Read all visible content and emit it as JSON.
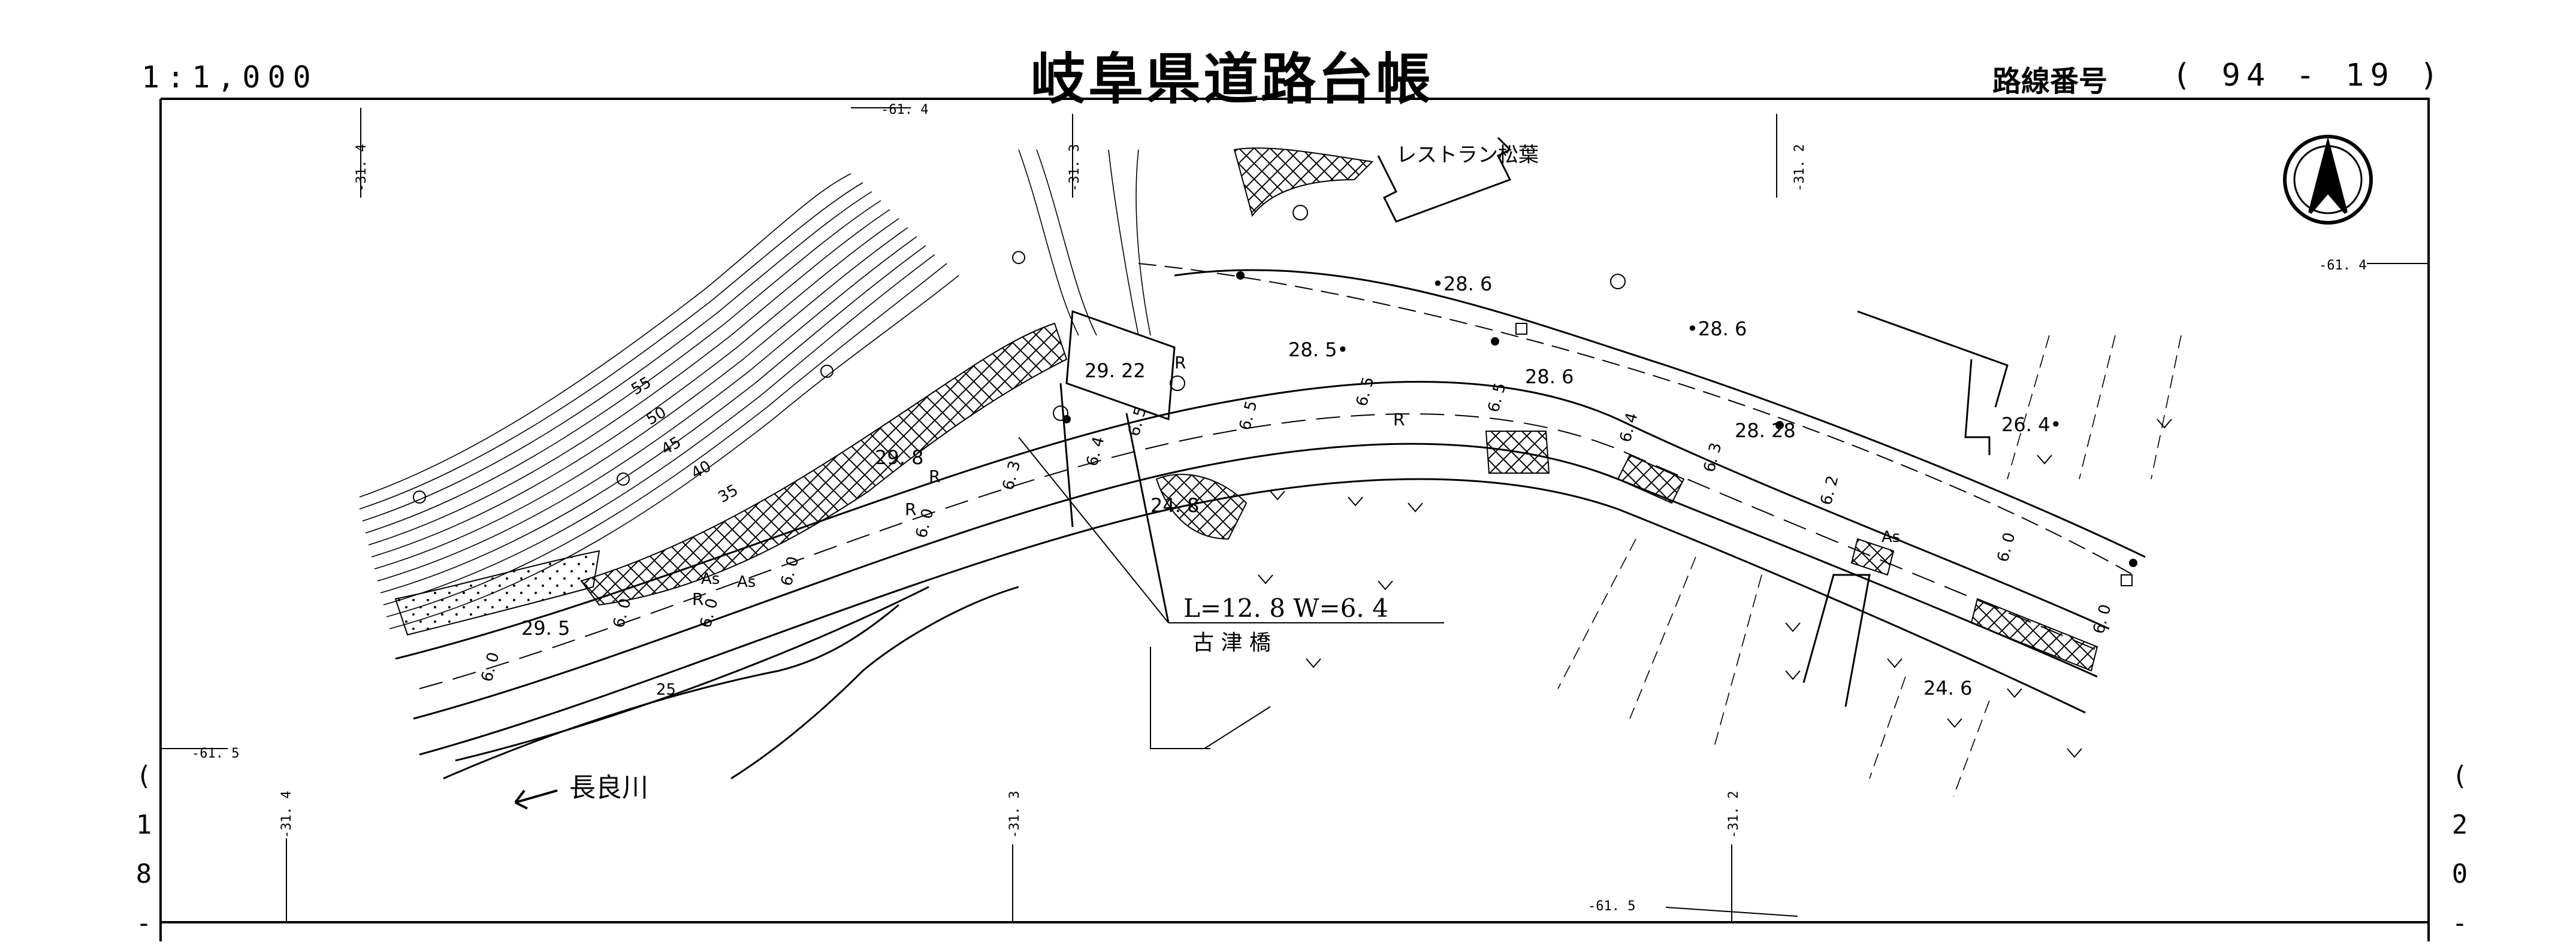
{
  "header": {
    "scale": "1:1,000",
    "title": "岐阜県道路台帳",
    "route_label": "路線番号",
    "route_number": "( 94 - 19 )"
  },
  "sheet_refs": {
    "left": "(18-",
    "right": "(20-"
  },
  "map_labels": {
    "restaurant": "レストラン松葉",
    "river": "長良川",
    "bridge_dims": "L=12. 8  W=6. 4",
    "bridge_name": "古 津 橋",
    "elev_1": "•28. 6",
    "elev_2": "•28. 6",
    "elev_3": "28. 5•",
    "elev_4": "29. 22",
    "elev_5": "28. 6",
    "elev_6": "28. 28",
    "elev_7": "26. 4•",
    "elev_8": "29. 8",
    "elev_9": "24. 8",
    "elev_10": "29. 5",
    "elev_11": "24. 6",
    "contour_25": "25",
    "contour_55": "55",
    "contour_50": "50",
    "contour_45": "45",
    "contour_40": "40",
    "contour_35": "35",
    "surface_1": "As",
    "surface_2": "As",
    "surface_3": "As",
    "curb_1": "R",
    "curb_2": "R",
    "curb_3": "R",
    "curb_4": "R",
    "curb_5": "R",
    "width_1": "6. 0",
    "width_2": "6. 0",
    "width_3": "6. 0",
    "width_4": "6. 0",
    "width_5": "6. 3",
    "width_6": "6. 4",
    "width_7": "6. 5",
    "width_8": "6. 5",
    "width_9": "6. 5",
    "width_10": "6. 5",
    "width_11": "6. 4",
    "width_12": "6. 3",
    "width_13": "6. 2",
    "width_14": "6. 0",
    "width_15": "6. 0",
    "width_16": "6. 0",
    "grid_1": "-61. 4",
    "grid_2": "-31. 4",
    "grid_3": "-31. 3",
    "grid_4": "-31. 2",
    "grid_5": "-61. 4",
    "grid_6": "-61. 5",
    "grid_7": "-31. 4",
    "grid_8": "-31. 3",
    "grid_9": "-31. 2",
    "grid_10": "-61. 5"
  },
  "colors": {
    "ink": "#000000",
    "paper": "#ffffff"
  }
}
